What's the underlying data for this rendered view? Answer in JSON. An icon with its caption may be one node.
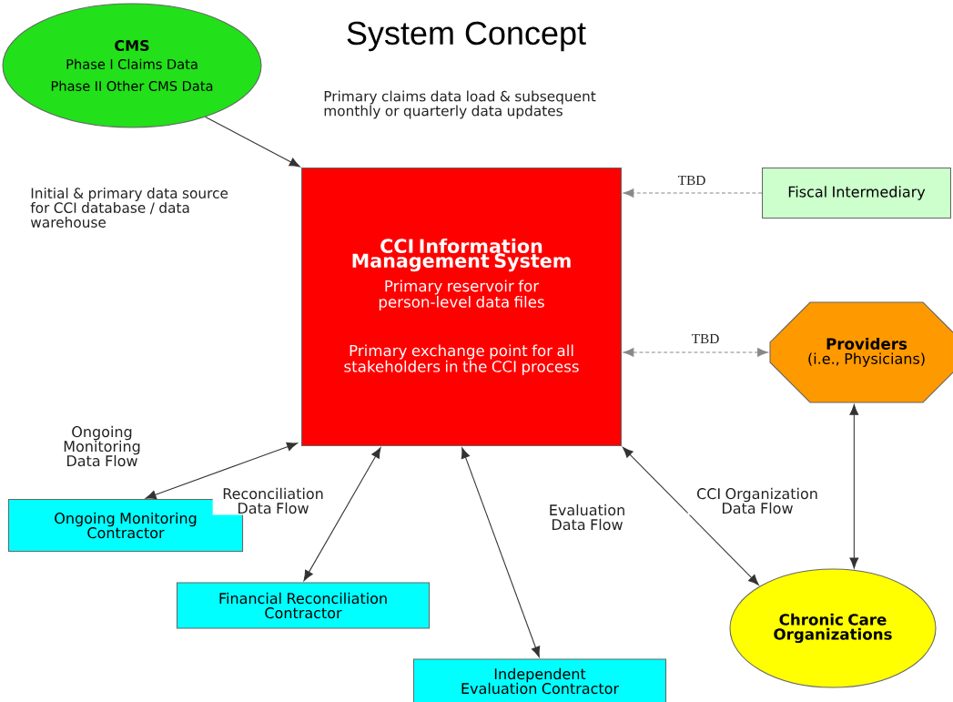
{
  "diagram": {
    "title": "System Concept",
    "nodes": [
      {
        "text": [
          "CMS",
          "Phase I Claims Data",
          "Phase II Other CMS Data"
        ]
      },
      {
        "text": [
          "CCI Information Management System",
          "Primary reservoir for person-level data files",
          "Primary exchange point for all stakeholders in the CCI process"
        ]
      },
      {
        "text": [
          "Fiscal Intermediary"
        ]
      },
      {
        "text": [
          "Providers",
          "(i.e., Physicians)"
        ]
      },
      {
        "text": [
          "Ongoing Monitoring Contractor"
        ]
      },
      {
        "text": [
          "Financial Reconciliation Contractor"
        ]
      },
      {
        "text": [
          "Independent Evaluation Contractor"
        ]
      },
      {
        "text": [
          "Chronic Care Organizations"
        ]
      }
    ],
    "edges": [
      {
        "from": 0,
        "to": 1,
        "arrow": "to"
      },
      {
        "from": 2,
        "to": 1,
        "arrow": "to",
        "label": "TBD",
        "style": "dashed"
      },
      {
        "from": 1,
        "to": 3,
        "arrow": "both",
        "label": "TBD",
        "style": "dashed"
      },
      {
        "from": 4,
        "to": 1,
        "arrow": "both",
        "label": "Ongoing Monitoring Data Flow"
      },
      {
        "from": 5,
        "to": 1,
        "arrow": "both",
        "label": "Reconciliation Data Flow"
      },
      {
        "from": 6,
        "to": 1,
        "arrow": "both",
        "label": "Evaluation Data Flow"
      },
      {
        "from": 7,
        "to": 1,
        "arrow": "both",
        "label": "CCI Organization Data Flow"
      },
      {
        "from": 3,
        "to": 7,
        "arrow": "both"
      }
    ],
    "labels": [
      "Primary claims data load & subsequent monthly or quarterly data updates",
      "Initial & primary data source for CCI database / data warehouse"
    ]
  }
}
